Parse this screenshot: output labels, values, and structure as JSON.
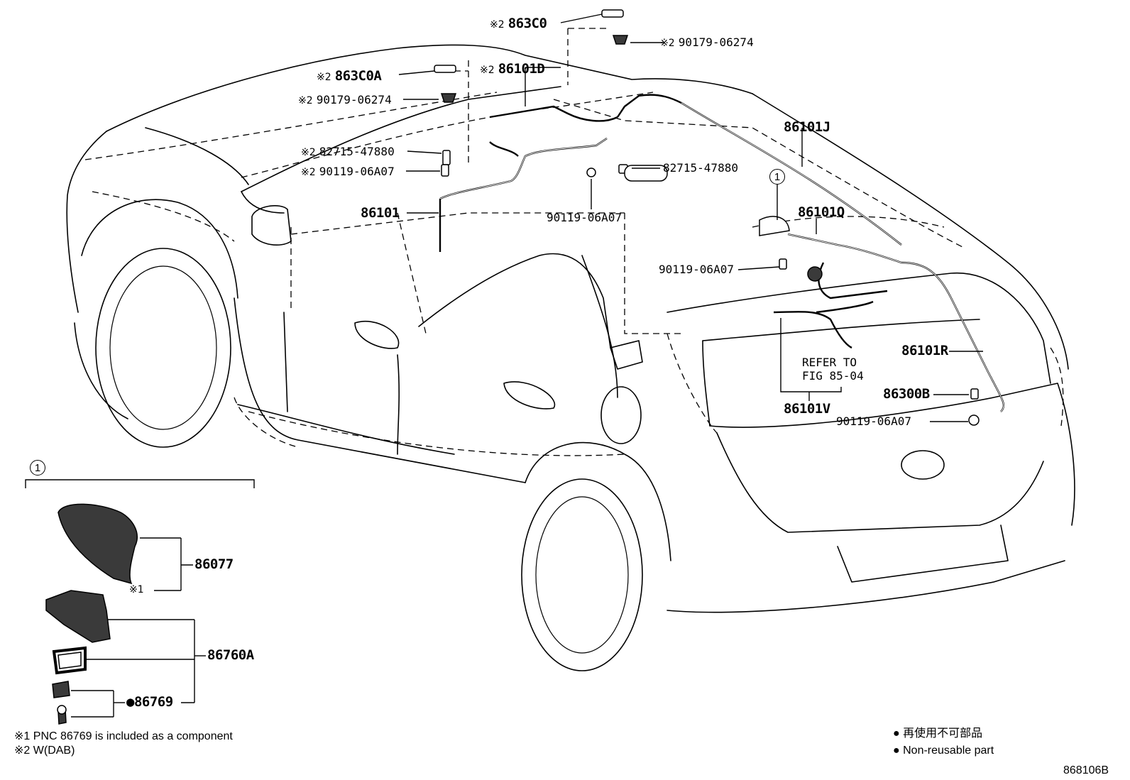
{
  "marks": {
    "asterisk1": "※1",
    "asterisk2": "※2",
    "bullet": "●"
  },
  "callouts": {
    "c_863C0": "863C0",
    "c_90179_top": "90179-06274",
    "c_863C0A": "863C0A",
    "c_86101D": "86101D",
    "c_90179_left": "90179-06274",
    "c_86101J": "86101J",
    "c_82715_left": "82715-47880",
    "c_90119_left": "90119-06A07",
    "c_82715_right": "82715-47880",
    "c_86101": "86101",
    "c_90119_mid": "90119-06A07",
    "c_86101Q": "86101Q",
    "c_90119_right": "90119-06A07",
    "c_refer1": "REFER TO",
    "c_refer2": "FIG 85-04",
    "c_86101R": "86101R",
    "c_86300B": "86300B",
    "c_86101V": "86101V",
    "c_90119_low": "90119-06A07"
  },
  "detail": {
    "circle_label": "1",
    "c_86077": "86077",
    "c_86760A": "86760A",
    "c_86769": "86769"
  },
  "notes": {
    "note1": "PNC 86769 is included as a component",
    "note2": "W(DAB)"
  },
  "legend": {
    "jp": "再使用不可部品",
    "en": "Non-reusable part"
  },
  "figure_code": "868106B"
}
